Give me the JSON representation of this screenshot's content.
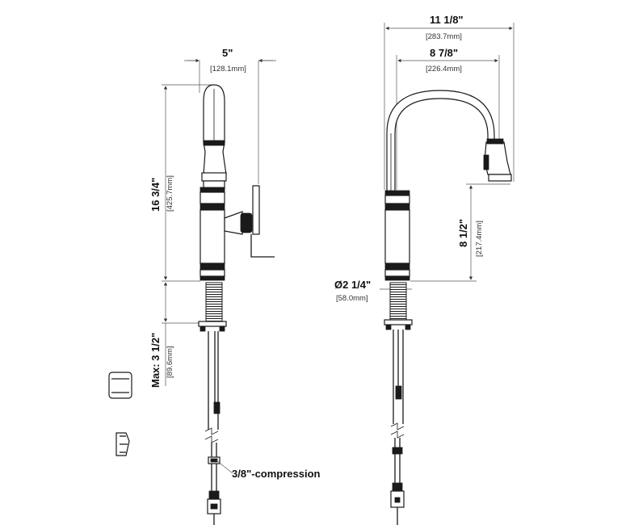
{
  "side_view": {
    "width_label": "5\"",
    "width_metric": "[128.1mm]",
    "height_label": "16 3/4\"",
    "height_metric": "[425.7mm]",
    "deck_label": "Max: 3 1/2\"",
    "deck_metric": "[89.6mm]",
    "supply_callout": "3/8\"-compression"
  },
  "front_view": {
    "reach_label": "11 1/8\"",
    "reach_metric": "[283.7mm]",
    "spout_label": "8 7/8\"",
    "spout_metric": "[226.4mm]",
    "spout_height_label": "8 1/2\"",
    "spout_height_metric": "[217.4mm]",
    "base_label": "Ø2 1/4\"",
    "base_metric": "[58.0mm]"
  }
}
